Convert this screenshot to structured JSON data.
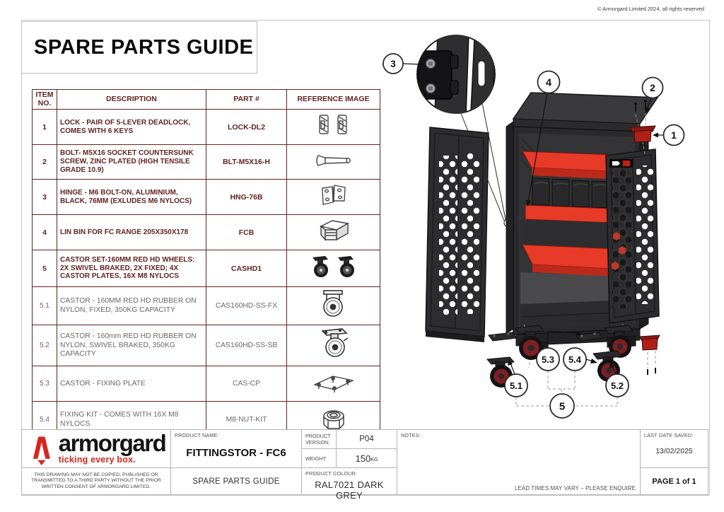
{
  "page": {
    "copyright": "© Armorgard Limited 2024, all rights reserved",
    "title": "SPARE PARTS GUIDE"
  },
  "table": {
    "headers": {
      "item": "ITEM NO.",
      "description": "DESCRIPTION",
      "part": "PART #",
      "reference": "REFERENCE IMAGE"
    },
    "rows": [
      {
        "item": "1",
        "description": "LOCK - PAIR OF 5-LEVER DEADLOCK, COMES WITH 6 KEYS",
        "part": "LOCK-DL2"
      },
      {
        "item": "2",
        "description": "BOLT- M5X16 SOCKET COUNTERSUNK SCREW, ZINC PLATED (HIGH TENSILE GRADE 10.9)",
        "part": "BLT-M5X16-H"
      },
      {
        "item": "3",
        "description": "HINGE - M6 BOLT-ON, ALUMINIUM, BLACK, 76MM (EXLUDES M6 NYLOCS)",
        "part": "HNG-76B"
      },
      {
        "item": "4",
        "description": "LIN BIN FOR FC RANGE 205X350X178",
        "part": "FCB"
      },
      {
        "item": "5",
        "description": "CASTOR SET-160MM RED HD WHEELS: 2X SWIVEL BRAKED, 2X FIXED; 4X CASTOR PLATES, 16X M8 NYLOCS",
        "part": "CASHD1"
      },
      {
        "item": "5.1",
        "description": "CASTOR - 160MM RED HD RUBBER ON NYLON, FIXED, 350KG CAPACITY",
        "part": "CAS160HD-SS-FX"
      },
      {
        "item": "5.2",
        "description": "CASTOR - 160mm RED HD RUBBER ON NYLON, SWIVEL BRAKED, 350KG CAPACITY",
        "part": "CAS160HD-SS-SB"
      },
      {
        "item": "5.3",
        "description": "CASTOR - FIXING PLATE",
        "part": "CAS-CP"
      },
      {
        "item": "5.4",
        "description": "FIXING KIT - COMES WITH 16X M8 NYLOCS",
        "part": "M8-NUT-KIT"
      }
    ]
  },
  "diagram": {
    "callouts": {
      "c1": "1",
      "c2": "2",
      "c3": "3",
      "c4": "4",
      "c5": "5",
      "c51": "5.1",
      "c52": "5.2",
      "c53": "5.3",
      "c54": "5.4"
    }
  },
  "footer": {
    "product_name_label": "PRODUCT NAME:",
    "product_name": "FITTINGSTOR - FC6",
    "doc_type": "SPARE PARTS GUIDE",
    "version_label": "PRODUCT VERSION:",
    "version": "P04",
    "weight_label": "WEIGHT:",
    "weight_value": "150",
    "weight_unit": "KG",
    "colour_label": "PRODUCT COLOUR:",
    "colour_value": "RAL7021  DARK GREY",
    "notes_label": "NOTES:",
    "lead_times": "LEAD TIMES MAY VARY – PLEASE ENQUIRE",
    "last_saved_label": "LAST DATE SAVED:",
    "last_saved": "13/02/2025",
    "page_number": "PAGE 1 of 1",
    "disclaimer": "THIS DRAWING MAY NOT BE COPIED, PUBLISHED OR TRANSMITTED TO A THIRD PARTY WITHOUT THE PRIOR WRITTEN CONSENT OF ARMORGARD LIMITED.",
    "logo_text": "armorgard",
    "logo_tagline": "ticking every box."
  },
  "colors": {
    "brand_red": "#d6251d",
    "table_maroon": "#5f2420",
    "cabinet_dark": "#2d2d2f",
    "shelf_red": "#e83a28",
    "wheel_red": "#7e1f24"
  }
}
